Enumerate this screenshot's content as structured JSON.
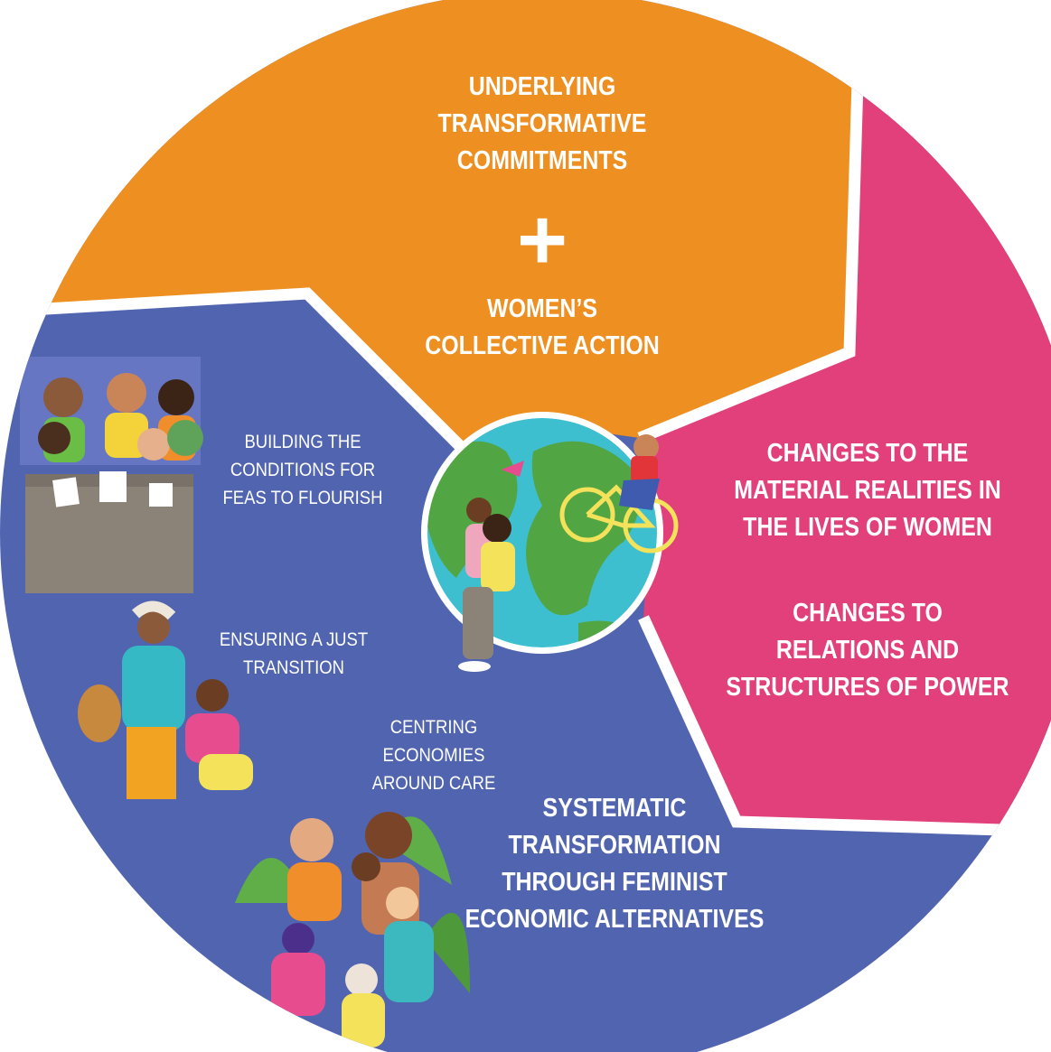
{
  "colors": {
    "orange": "#EE8F22",
    "pink": "#E1407A",
    "blue": "#5164B0",
    "ocean": "#3DBFD0",
    "land": "#52A543",
    "divider": "#ffffff"
  },
  "orange_segment": {
    "line1": "UNDERLYING\nTRANSFORMATIVE\nCOMMITMENTS",
    "plus": "+",
    "line2": "WOMEN’S\nCOLLECTIVE ACTION"
  },
  "pink_segment": {
    "line1": "CHANGES TO THE\nMATERIAL REALITIES IN\nTHE LIVES OF WOMEN",
    "line2": "CHANGES TO\nRELATIONS AND\nSTRUCTURES OF POWER"
  },
  "blue_segment": {
    "items": [
      "BUILDING THE\nCONDITIONS FOR\nFEAS TO FLOURISH",
      "ENSURING A JUST\nTRANSITION",
      "CENTRING\nECONOMIES\nAROUND CARE"
    ],
    "title": "SYSTEMATIC\nTRANSFORMATION\nTHROUGH FEMINIST\nECONOMIC ALTERNATIVES"
  },
  "center": {
    "icon": "globe-icon"
  },
  "illustrations": [
    "meeting-people-illustration",
    "women-just-transition-illustration",
    "care-community-illustration",
    "woman-cycling-illustration",
    "women-reaching-illustration"
  ]
}
